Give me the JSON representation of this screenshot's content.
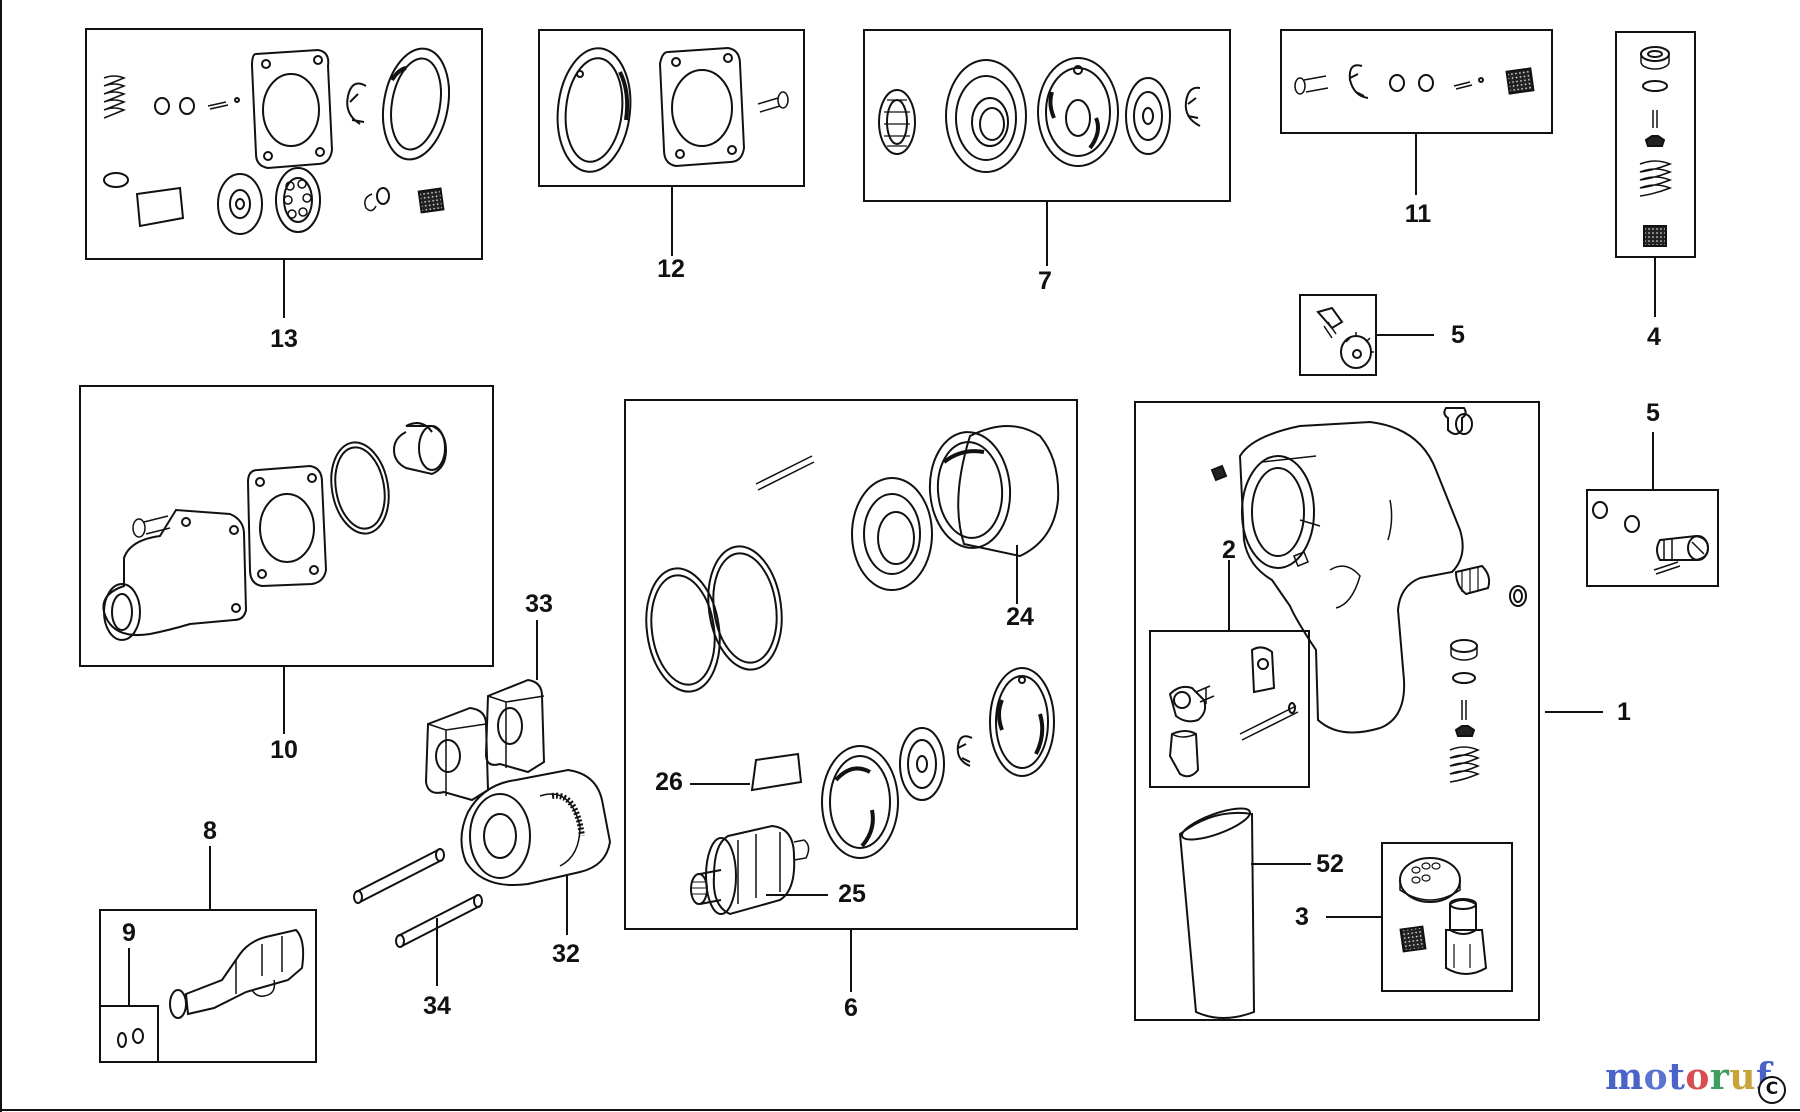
{
  "callouts": {
    "c1": "1",
    "c2": "2",
    "c3": "3",
    "c4": "4",
    "c5a": "5",
    "c5b": "5",
    "c6": "6",
    "c7": "7",
    "c8": "8",
    "c9": "9",
    "c10": "10",
    "c11": "11",
    "c12": "12",
    "c13": "13",
    "c24": "24",
    "c25": "25",
    "c26": "26",
    "c32": "32",
    "c33": "33",
    "c34": "34",
    "c52": "52"
  },
  "watermark": {
    "text": "motoruf",
    "letter_colors": [
      "#4a63c8",
      "#5a74cf",
      "#4a63c8",
      "#d64d52",
      "#3d9e60",
      "#c8a43b",
      "#4a63c8"
    ],
    "copyright_symbol": "C"
  },
  "style": {
    "line_color": "#111111",
    "fill_color": "#ffffff",
    "hatch_color": "#222222"
  }
}
